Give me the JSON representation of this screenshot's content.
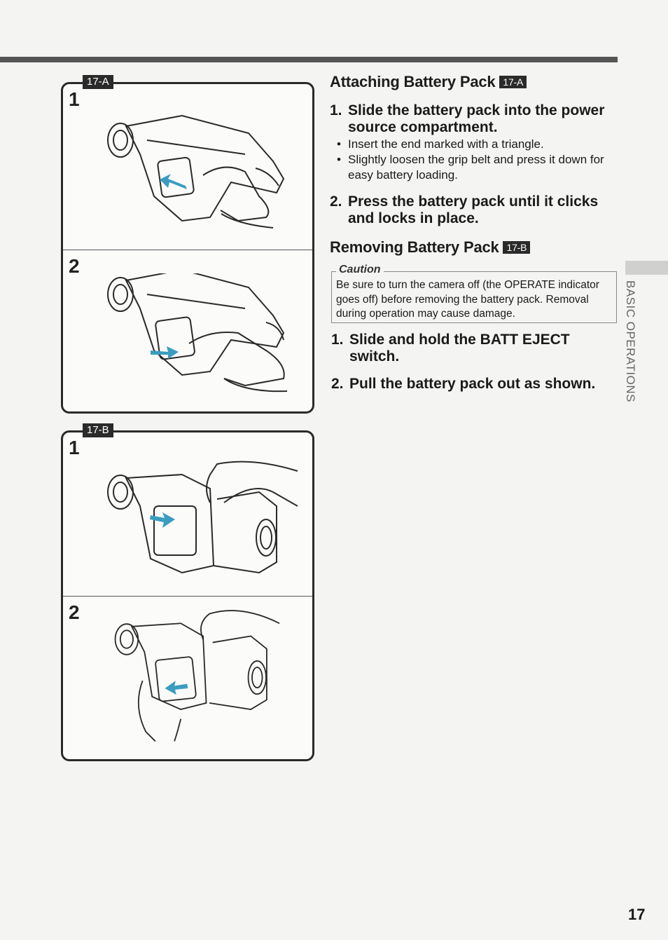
{
  "figure_a": {
    "tag": "17-A",
    "steps": [
      {
        "number": "1",
        "icon": "camcorder-battery-insert-illustration"
      },
      {
        "number": "2",
        "icon": "camcorder-battery-press-illustration"
      }
    ]
  },
  "figure_b": {
    "tag": "17-B",
    "steps": [
      {
        "number": "1",
        "icon": "camcorder-batt-eject-illustration"
      },
      {
        "number": "2",
        "icon": "camcorder-battery-remove-illustration"
      }
    ]
  },
  "attaching": {
    "heading": "Attaching Battery Pack",
    "tag": "17-A",
    "steps": [
      {
        "number": "1.",
        "text": "Slide the battery pack into the power source compartment.",
        "bullets": [
          "Insert the end marked with a triangle.",
          "Slightly loosen the grip belt and press it down for easy battery loading."
        ]
      },
      {
        "number": "2.",
        "text": "Press the battery pack until it clicks and locks in place."
      }
    ]
  },
  "removing": {
    "heading": "Removing Battery Pack",
    "tag": "17-B",
    "caution_title": "Caution",
    "caution_text": "Be sure to turn the camera off (the OPERATE indicator goes off) before removing the battery pack. Removal during operation may cause damage.",
    "steps": [
      {
        "number": "1.",
        "text": "Slide and hold the BATT EJECT switch."
      },
      {
        "number": "2.",
        "text": "Pull the battery pack out as shown."
      }
    ]
  },
  "side_label": "BASIC OPERATIONS",
  "page_number": "17",
  "colors": {
    "arrow": "#3a9cc0",
    "ink": "#2a2a2a"
  }
}
